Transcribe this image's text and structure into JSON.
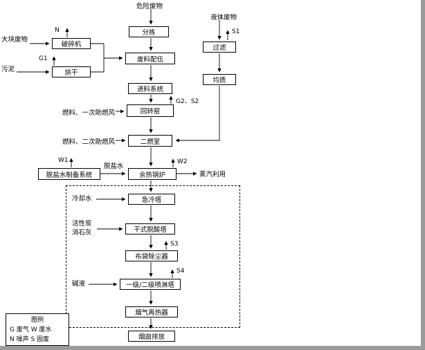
{
  "flow_nodes": {
    "hazardous_waste": "危险废物",
    "sorting": "分拣",
    "blending": "废料配伍",
    "feeding": "进料系统",
    "rotary_kiln": "回转窑",
    "secondary_chamber": "二燃室",
    "waste_heat_boiler": "余热锅炉",
    "quench_tower": "急冷塔",
    "dry_deacid_tower": "干式脱酸塔",
    "bag_filter": "布袋除尘器",
    "spray_tower": "一级/二级喷淋塔",
    "flue_gas_reheater": "烟气再热器",
    "stack_emission": "烟囱排放",
    "liquid_waste": "液体废物",
    "filter": "过滤",
    "homogenize": "均质",
    "bulky_waste": "大块废物",
    "crusher": "破碎机",
    "sludge": "污泥",
    "dryer": "烘干",
    "demin_water_system": "脱盐水制备系统"
  },
  "stream_labels": {
    "fuel_primary_air": "燃料、一次助燃风",
    "fuel_secondary_air": "燃料、二次助燃风",
    "demin_water": "脱盐水",
    "steam_use": "蒸汽利用",
    "cooling_water": "冷却水",
    "activated_carbon": "活性炭",
    "slaked_lime": "消石灰",
    "alkali": "碱液"
  },
  "emission_labels": {
    "noise": "N",
    "g1": "G1",
    "s1": "S1",
    "g2_s2": "G2、S2",
    "w1": "W1",
    "w2": "W2",
    "s3": "S3",
    "s4": "S4"
  },
  "legend": {
    "title": "图例",
    "row1": "G 废气 W 废水",
    "row2": "N 噪声 S 固废"
  },
  "colors": {
    "line": "#000000",
    "background": "#ffffff"
  }
}
